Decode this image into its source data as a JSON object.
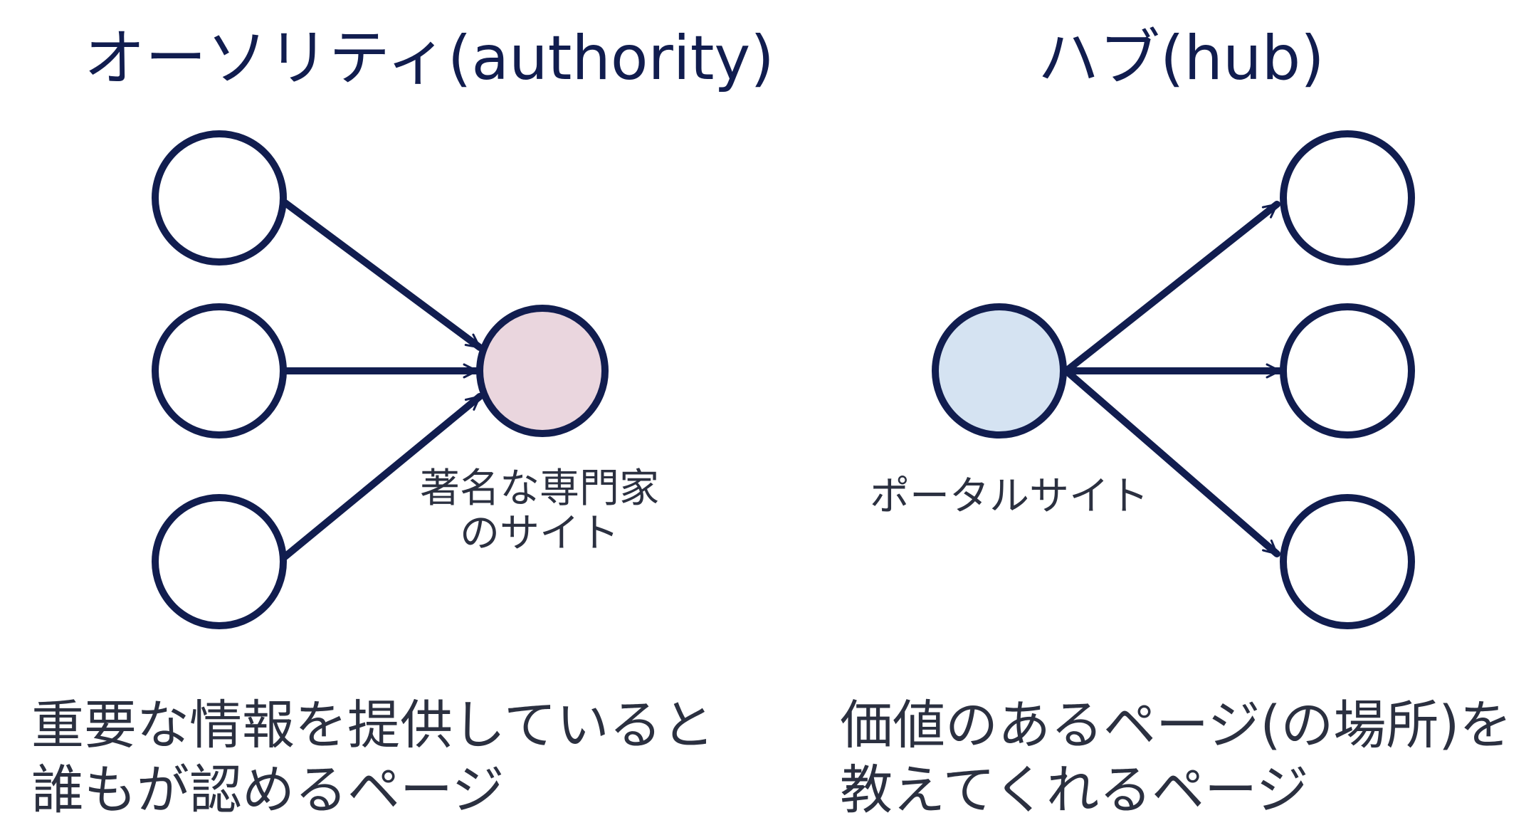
{
  "authority": {
    "title": "オーソリティ(authority)",
    "node_label": "著名な専門家\nのサイト",
    "description": "重要な情報を提供していると\n誰もが認めるページ",
    "center_fill": "#ead6de"
  },
  "hub": {
    "title": "ハブ(hub)",
    "node_label": "ポータルサイト",
    "description": "価値のあるページ(の場所)を\n教えてくれるページ",
    "center_fill": "#d5e3f2"
  },
  "colors": {
    "stroke": "#111d4f",
    "text": "#2b3040"
  }
}
